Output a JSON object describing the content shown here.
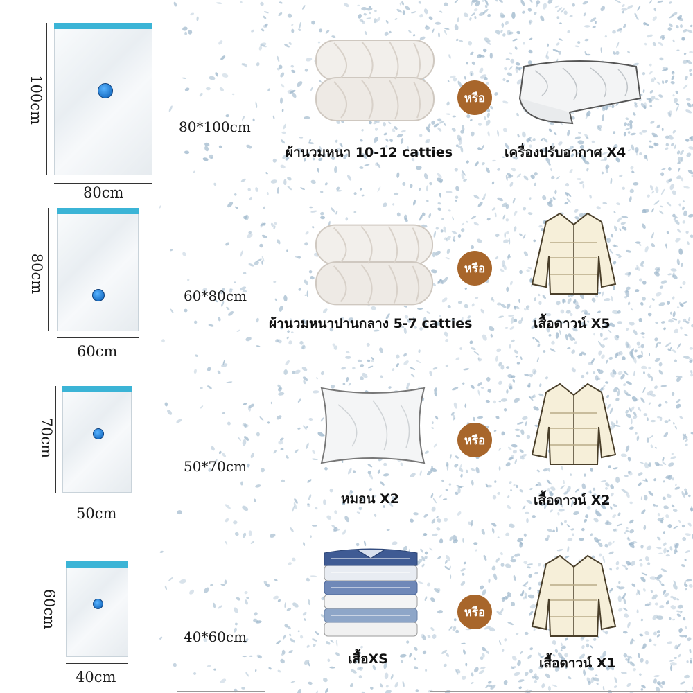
{
  "rows": [
    {
      "bag_height_label": "100cm",
      "bag_width_label": "80cm",
      "size_label": "80*100cm",
      "left_item": "ผ้านวมหนา 10-12 catties",
      "or_label": "หรือ",
      "right_item": "เครื่องปรับอากาศ X4",
      "left_icon": "folded-comforter-icon",
      "right_icon": "air-conditioner-cover-icon"
    },
    {
      "bag_height_label": "80cm",
      "bag_width_label": "60cm",
      "size_label": "60*80cm",
      "left_item": "ผ้านวมหนาปานกลาง 5-7 catties",
      "or_label": "หรือ",
      "right_item": "เสื้อดาวน์ X5",
      "left_icon": "folded-comforter-icon",
      "right_icon": "down-jacket-icon"
    },
    {
      "bag_height_label": "70cm",
      "bag_width_label": "50cm",
      "size_label": "50*70cm",
      "left_item": "หมอน X2",
      "or_label": "หรือ",
      "right_item": "เสื้อดาวน์ X2",
      "left_icon": "pillow-icon",
      "right_icon": "down-jacket-icon"
    },
    {
      "bag_height_label": "60cm",
      "bag_width_label": "40cm",
      "size_label": "40*60cm",
      "left_item": "เสื้อXS",
      "or_label": "หรือ",
      "right_item": "เสื้อดาวน์ X1",
      "left_icon": "folded-shirts-icon",
      "right_icon": "down-jacket-icon"
    }
  ],
  "colors": {
    "bag_strip": "#3bb4d6",
    "valve": "#1e74c9",
    "or_badge": "#a8662b",
    "dots": "#9fb8cc"
  }
}
